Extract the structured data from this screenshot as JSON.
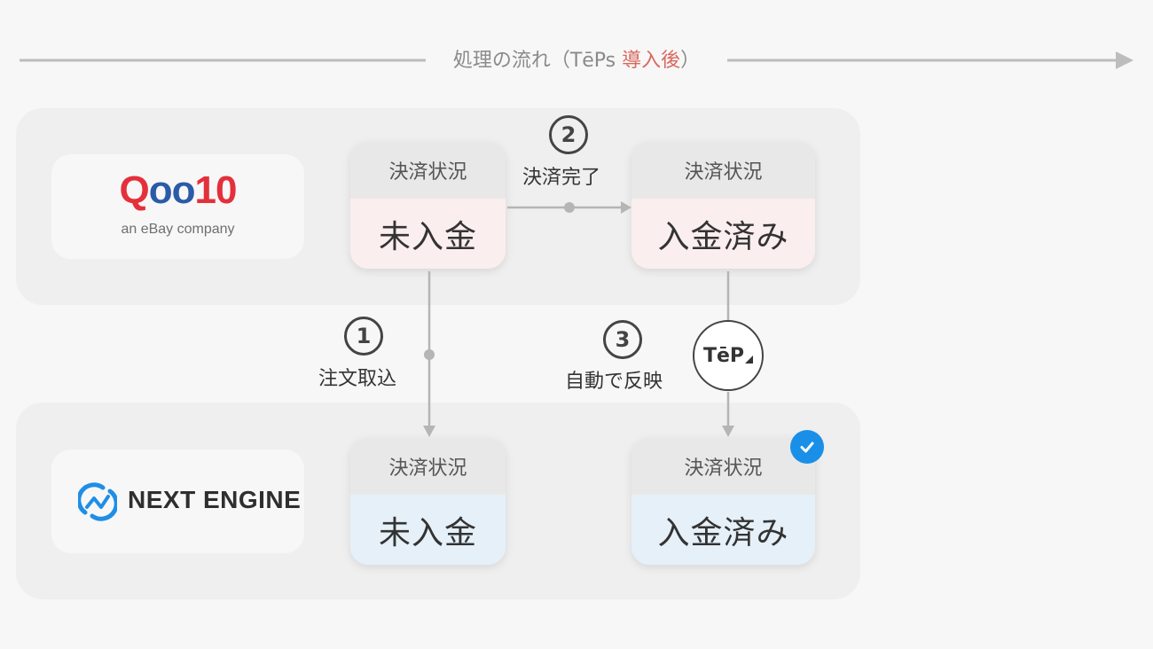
{
  "header": {
    "flow_prefix": "処理の流れ（TēPs ",
    "flow_accent": "導入後",
    "flow_suffix": "）"
  },
  "marketplace": {
    "logo_text": "Qoo10",
    "logo_subtext": "an eBay company",
    "status_before": {
      "label": "決済状況",
      "value": "未入金"
    },
    "status_after": {
      "label": "決済状況",
      "value": "入金済み"
    }
  },
  "engine": {
    "logo_text": "NEXT ENGINE",
    "status_before": {
      "label": "決済状況",
      "value": "未入金"
    },
    "status_after": {
      "label": "決済状況",
      "value": "入金済み"
    }
  },
  "steps": [
    {
      "num": "1",
      "label": "注文取込"
    },
    {
      "num": "2",
      "label": "決済完了"
    },
    {
      "num": "3",
      "label": "自動で反映"
    }
  ],
  "teps_badge": "TēP",
  "colors": {
    "accent": "#d9685f",
    "qoo10_red": "#e4303b",
    "qoo10_blue": "#2b5ba8",
    "next_engine_blue": "#1f8ee6",
    "check_blue": "#1a8fe8"
  },
  "icons": [
    "arrow-right-icon",
    "check-icon",
    "next-engine-logo-icon",
    "teps-logo-icon"
  ]
}
